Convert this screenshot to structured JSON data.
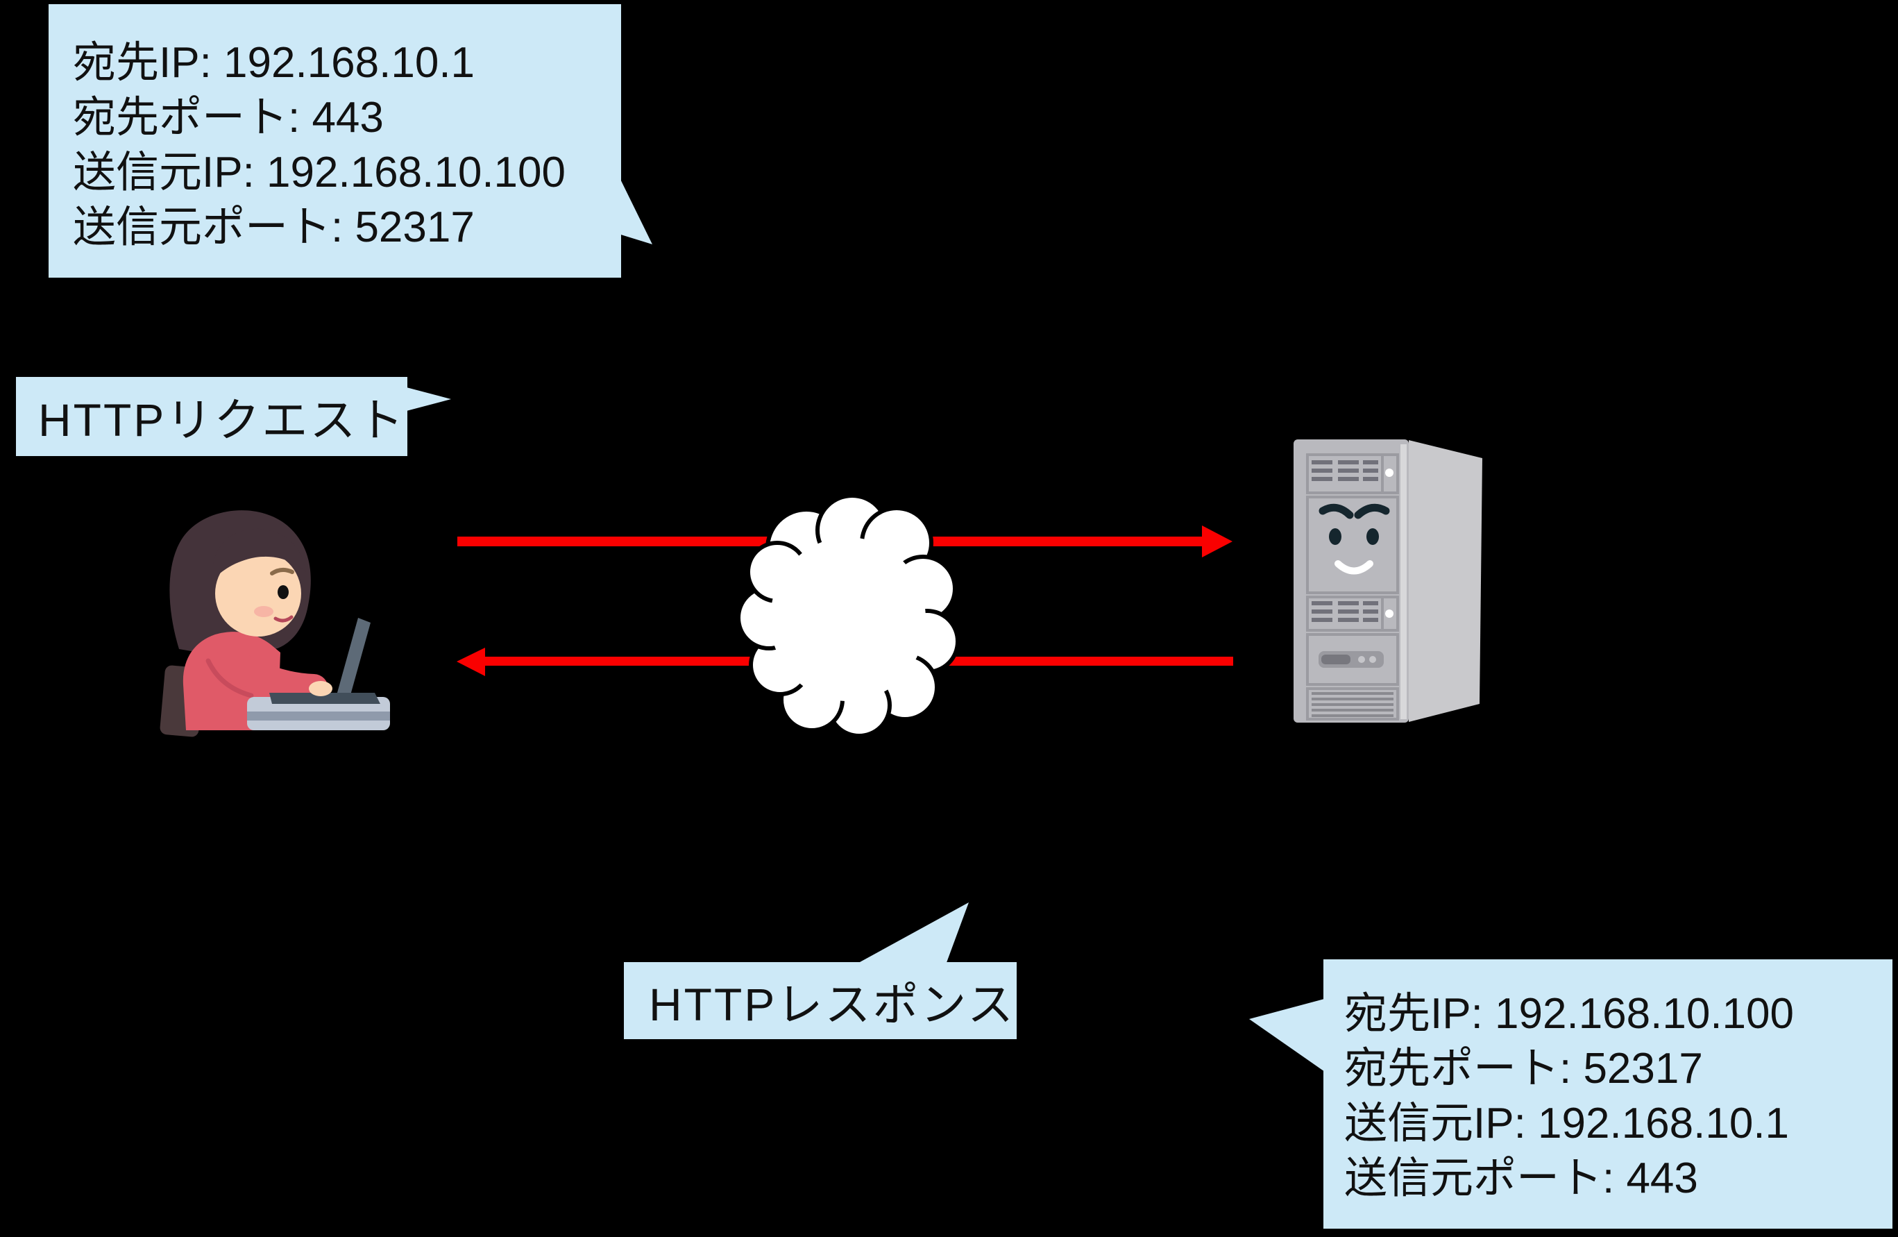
{
  "colors": {
    "background": "#000000",
    "bubble_blue": "#cde9f7",
    "arrow_red": "#fa0000",
    "cloud_white": "#ffffff",
    "text": "#111111"
  },
  "request_packet_bubble": {
    "lines": [
      "宛先IP: 192.168.10.1",
      "宛先ポート: 443",
      "送信元IP: 192.168.10.100",
      "送信元ポート: 52317"
    ]
  },
  "response_packet_bubble": {
    "lines": [
      "宛先IP: 192.168.10.100",
      "宛先ポート: 52317",
      "送信元IP: 192.168.10.1",
      "送信元ポート: 443"
    ]
  },
  "labels": {
    "request": "HTTPリクエスト",
    "response": "HTTPレスポンス"
  },
  "illustrations": {
    "client": "woman-working-on-laptop",
    "network": "internet-cloud",
    "server": "server-tower-with-face"
  }
}
